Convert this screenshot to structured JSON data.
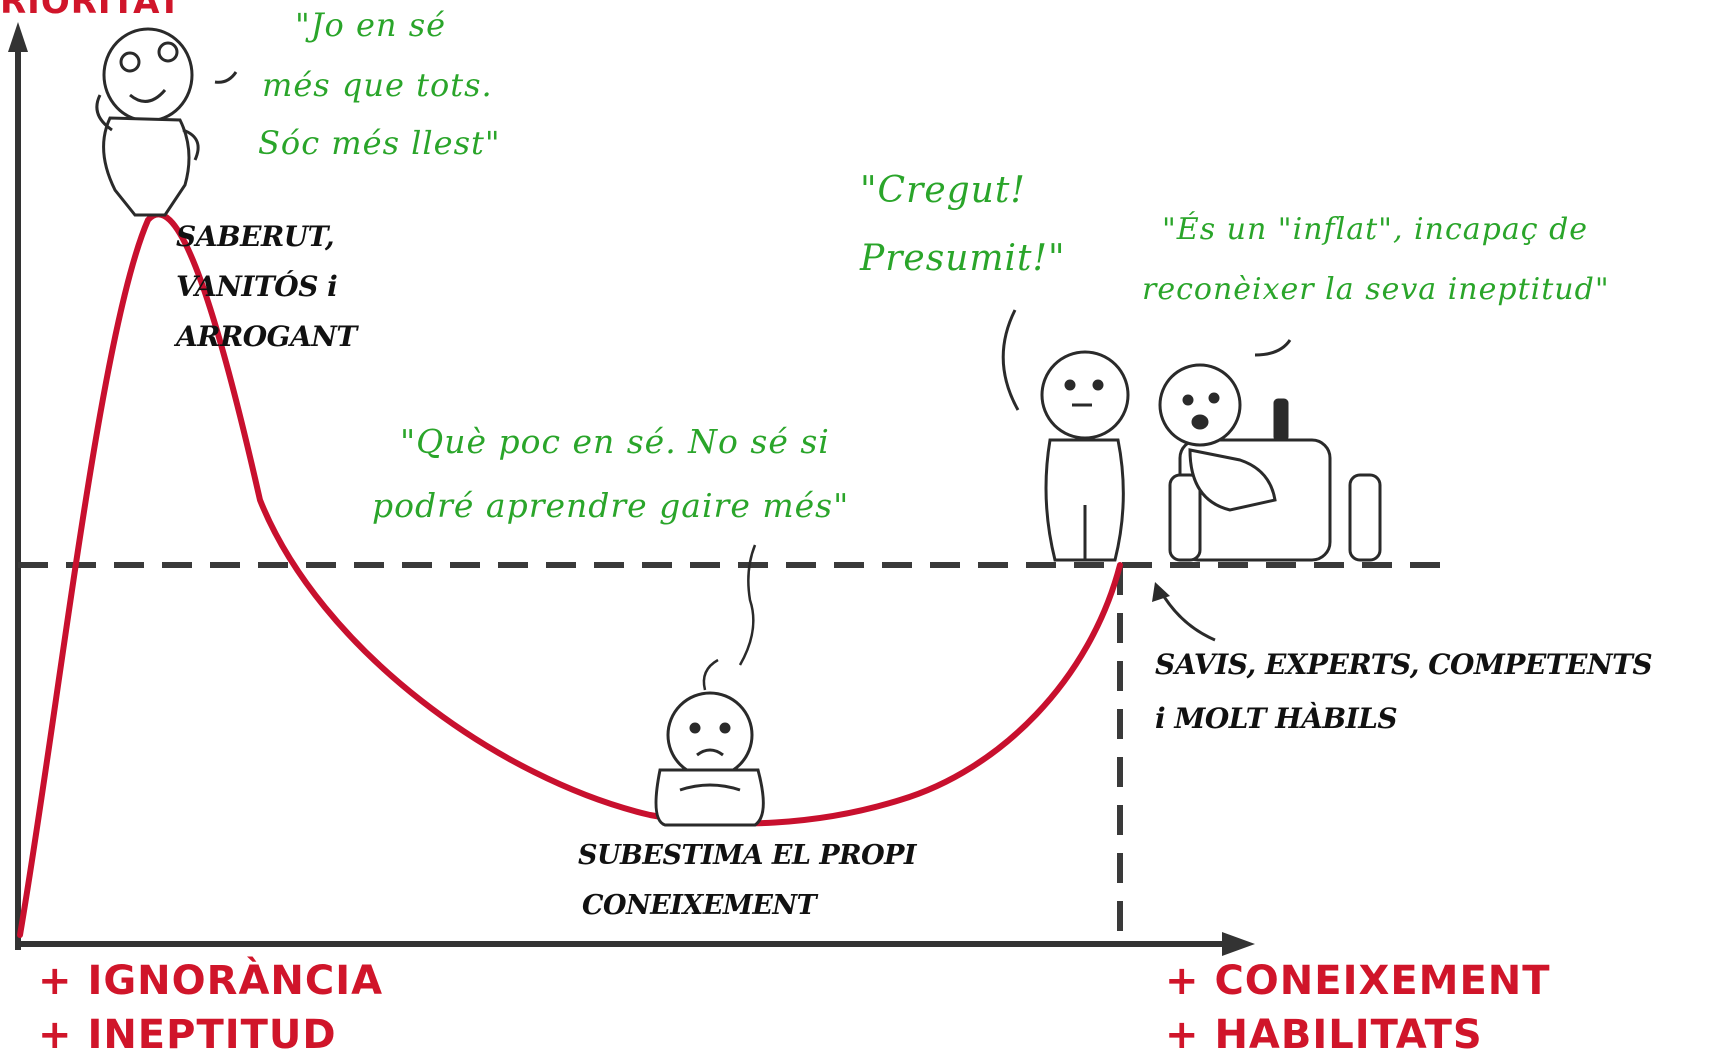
{
  "colors": {
    "curve": "#c8102e",
    "quote": "#2aa52a",
    "axis_text": "#d0152a",
    "ink": "#222222"
  },
  "top_cut_title": "RIORITAT",
  "axis": {
    "bottom_left": [
      "+ IGNORÀNCIA",
      "+ INEPTITUD"
    ],
    "bottom_right": [
      "+ CONEIXEMENT",
      "+ HABILITATS"
    ]
  },
  "labels": {
    "peak": [
      "SABERUT,",
      "VANITÓS i",
      "ARROGANT"
    ],
    "valley": [
      "SUBESTIMA EL PROPI",
      "CONEIXEMENT"
    ],
    "experts": [
      "SAVIS, EXPERTS, COMPETENTS",
      "i MOLT HÀBILS"
    ]
  },
  "quotes": {
    "peak": [
      "\"Jo en sé",
      "més que tots.",
      "Sóc més llest\""
    ],
    "valley": [
      "\"Què poc en sé. No sé si",
      "podré aprendre gaire més\""
    ],
    "bystander": [
      "\"Cregut!",
      "Presumit!\""
    ],
    "couch": [
      "\"És un \"inflat\", incapaç de",
      "reconèixer la seva ineptitud\""
    ]
  },
  "icons": [
    "proud-figure-icon",
    "sad-sitting-figure-icon",
    "standing-figure-icon",
    "couch-figure-icon"
  ]
}
